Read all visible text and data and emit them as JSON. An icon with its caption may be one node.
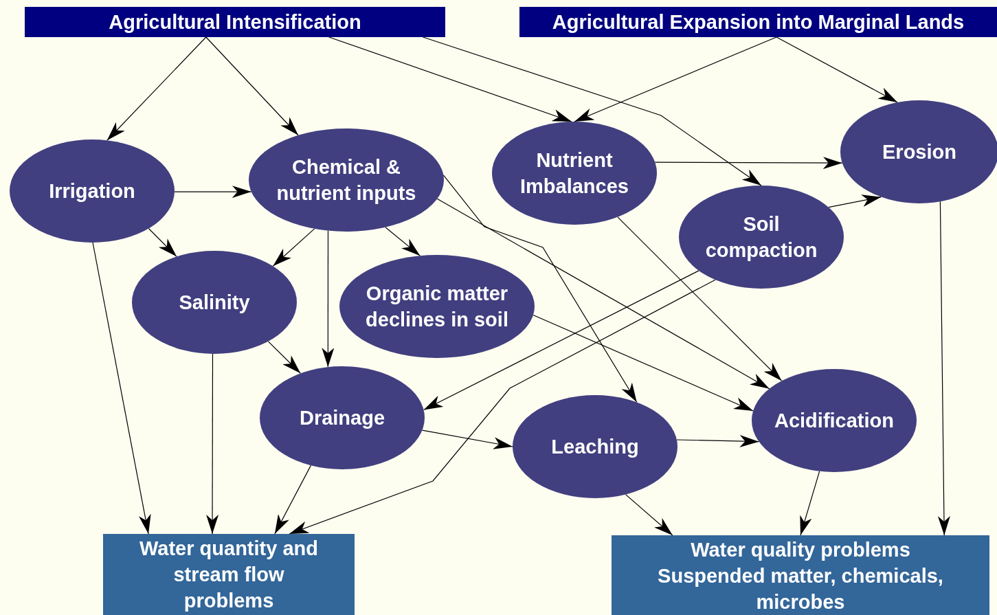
{
  "diagram": {
    "nodes": [
      {
        "text": [
          "Agricultural Intensification"
        ]
      },
      {
        "text": [
          "Agricultural Expansion into Marginal Lands"
        ]
      },
      {
        "text": [
          "Irrigation"
        ]
      },
      {
        "text": [
          "Chemical & nutrient inputs"
        ]
      },
      {
        "text": [
          "Nutrient Imbalances"
        ]
      },
      {
        "text": [
          "Erosion"
        ]
      },
      {
        "text": [
          "Soil compaction"
        ]
      },
      {
        "text": [
          "Salinity"
        ]
      },
      {
        "text": [
          "Organic matter declines in soil"
        ]
      },
      {
        "text": [
          "Drainage"
        ]
      },
      {
        "text": [
          "Leaching"
        ]
      },
      {
        "text": [
          "Acidification"
        ]
      },
      {
        "text": [
          "Water quantity and stream flow problems"
        ]
      },
      {
        "text": [
          "Water quality problems Suspended matter, chemicals, microbes"
        ]
      }
    ],
    "edges": [
      {
        "from": 0,
        "to": 2,
        "arrow": "to"
      },
      {
        "from": 0,
        "to": 3,
        "arrow": "to"
      },
      {
        "from": 0,
        "to": 4,
        "arrow": "to"
      },
      {
        "from": 0,
        "to": 6,
        "arrow": "to"
      },
      {
        "from": 1,
        "to": 4,
        "arrow": "to"
      },
      {
        "from": 1,
        "to": 5,
        "arrow": "to"
      },
      {
        "from": 2,
        "to": 3,
        "arrow": "to"
      },
      {
        "from": 2,
        "to": 7,
        "arrow": "to"
      },
      {
        "from": 2,
        "to": 12,
        "arrow": "to"
      },
      {
        "from": 3,
        "to": 7,
        "arrow": "to"
      },
      {
        "from": 3,
        "to": 8,
        "arrow": "to"
      },
      {
        "from": 3,
        "to": 9,
        "arrow": "to"
      },
      {
        "from": 3,
        "to": 10,
        "arrow": "to"
      },
      {
        "from": 3,
        "to": 11,
        "arrow": "to"
      },
      {
        "from": 4,
        "to": 5,
        "arrow": "to"
      },
      {
        "from": 4,
        "to": 11,
        "arrow": "to"
      },
      {
        "from": 6,
        "to": 5,
        "arrow": "to"
      },
      {
        "from": 6,
        "to": 9,
        "arrow": "to"
      },
      {
        "from": 6,
        "to": 12,
        "arrow": "to"
      },
      {
        "from": 7,
        "to": 9,
        "arrow": "to"
      },
      {
        "from": 7,
        "to": 12,
        "arrow": "to"
      },
      {
        "from": 8,
        "to": 11,
        "arrow": "to"
      },
      {
        "from": 9,
        "to": 10,
        "arrow": "to"
      },
      {
        "from": 9,
        "to": 12,
        "arrow": "to"
      },
      {
        "from": 10,
        "to": 11,
        "arrow": "to"
      },
      {
        "from": 10,
        "to": 13,
        "arrow": "to"
      },
      {
        "from": 11,
        "to": 13,
        "arrow": "to"
      },
      {
        "from": 5,
        "to": 13,
        "arrow": "to"
      }
    ]
  }
}
